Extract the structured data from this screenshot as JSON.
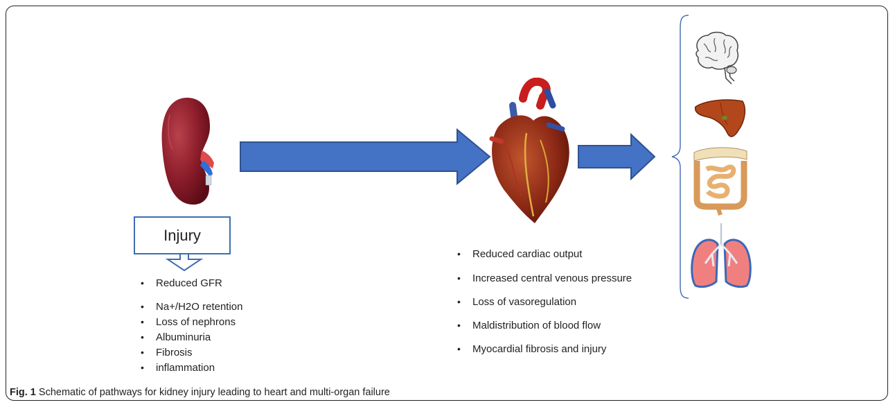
{
  "injury_box": {
    "label": "Injury"
  },
  "kidney_effects": [
    "Reduced GFR",
    "Na+/H2O retention",
    "Loss of nephrons",
    "Albuminuria",
    "Fibrosis",
    "inflammation"
  ],
  "heart_effects": [
    "Reduced cardiac  output",
    "Increased central venous pressure",
    "Loss of vasoregulation",
    "Maldistribution of blood flow",
    "Myocardial fibrosis and injury"
  ],
  "caption": {
    "label": "Fig. 1",
    "text": " Schematic of pathways for kidney injury leading to heart and multi-organ failure"
  },
  "colors": {
    "arrow_fill": "#4472c4",
    "arrow_stroke": "#2f528f",
    "box_border": "#3e6db3",
    "brace": "#4a72b8"
  },
  "icons": [
    "kidney-icon",
    "heart-icon",
    "brain-icon",
    "liver-icon",
    "intestines-icon",
    "lungs-icon"
  ]
}
